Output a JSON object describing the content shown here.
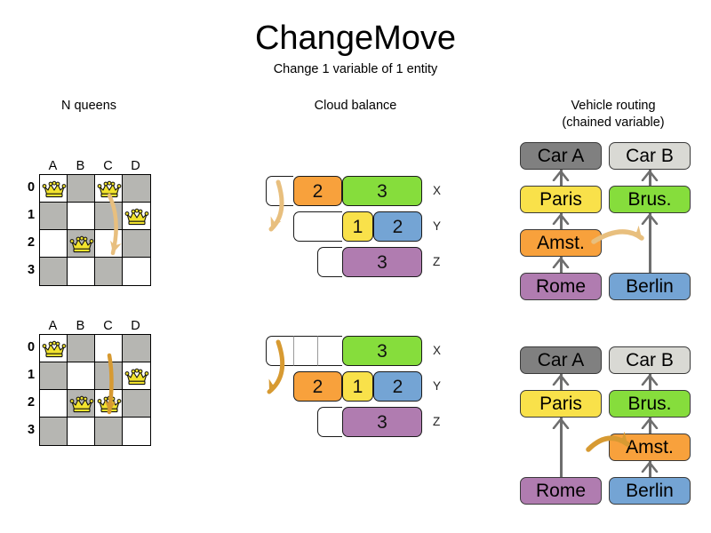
{
  "header": {
    "title": "ChangeMove",
    "subtitle": "Change 1 variable of 1 entity"
  },
  "sections": {
    "nqueens": {
      "title": "N queens"
    },
    "cloud": {
      "title": "Cloud balance"
    },
    "vrp": {
      "title_line1": "Vehicle routing",
      "title_line2": "(chained variable)"
    }
  },
  "colors": {
    "queen": "#f2e32e",
    "arrow_light": "#e8bf7e",
    "arrow_dark": "#d79a32",
    "orange": "#f8a13c",
    "green": "#86dd3c",
    "yellow": "#f9e14a",
    "blue": "#74a4d4",
    "purple": "#b07cb0",
    "car_a": "#808080",
    "car_b": "#d9d9d4",
    "board_dark": "#b6b6b2",
    "board_light": "#ffffff"
  },
  "nqueens": {
    "columns": [
      "A",
      "B",
      "C",
      "D"
    ],
    "rows": [
      "0",
      "1",
      "2",
      "3"
    ],
    "before": {
      "queens": [
        {
          "col": 0,
          "row": 0
        },
        {
          "col": 2,
          "row": 0
        },
        {
          "col": 3,
          "row": 1
        },
        {
          "col": 1,
          "row": 2
        }
      ],
      "move": {
        "from_col": 2,
        "from_row": 0,
        "to_col": 2,
        "to_row": 2
      }
    },
    "after": {
      "queens": [
        {
          "col": 0,
          "row": 0
        },
        {
          "col": 3,
          "row": 1
        },
        {
          "col": 1,
          "row": 2
        },
        {
          "col": 2,
          "row": 2
        }
      ],
      "move": {
        "from_col": 2,
        "from_row": 0,
        "to_col": 2,
        "to_row": 2
      }
    }
  },
  "cloud_balance": {
    "labels": [
      "X",
      "Y",
      "Z"
    ],
    "before": {
      "computers": [
        {
          "label": "X",
          "segments": [
            {
              "value": "",
              "color": "#ffffff",
              "kind": "free",
              "w": 31
            },
            {
              "value": "2",
              "color": "#f8a13c",
              "kind": "process",
              "w": 55
            },
            {
              "value": "3",
              "color": "#86dd3c",
              "kind": "process",
              "w": 90
            }
          ]
        },
        {
          "label": "Y",
          "segments": [
            {
              "value": "",
              "color": "#ffffff",
              "kind": "free",
              "w": 55
            },
            {
              "value": "1",
              "color": "#f9e14a",
              "kind": "process",
              "w": 35
            },
            {
              "value": "2",
              "color": "#74a4d4",
              "kind": "process",
              "w": 55
            }
          ]
        },
        {
          "label": "Z",
          "segments": [
            {
              "value": "",
              "color": "#ffffff",
              "kind": "free",
              "w": 28
            },
            {
              "value": "3",
              "color": "#b07cb0",
              "kind": "process",
              "w": 90
            }
          ]
        }
      ]
    },
    "after": {
      "computers": [
        {
          "label": "X",
          "segments": [
            {
              "value": "",
              "color": "#ffffff",
              "kind": "free",
              "w": 31
            },
            {
              "value": "",
              "color": "#ffffff",
              "kind": "free",
              "w": 27
            },
            {
              "value": "",
              "color": "#ffffff",
              "kind": "free",
              "w": 28
            },
            {
              "value": "3",
              "color": "#86dd3c",
              "kind": "process",
              "w": 90
            }
          ]
        },
        {
          "label": "Y",
          "segments": [
            {
              "value": "2",
              "color": "#f8a13c",
              "kind": "process",
              "w": 55
            },
            {
              "value": "1",
              "color": "#f9e14a",
              "kind": "process",
              "w": 35
            },
            {
              "value": "2",
              "color": "#74a4d4",
              "kind": "process",
              "w": 55
            }
          ]
        },
        {
          "label": "Z",
          "segments": [
            {
              "value": "",
              "color": "#ffffff",
              "kind": "free",
              "w": 28
            },
            {
              "value": "3",
              "color": "#b07cb0",
              "kind": "process",
              "w": 90
            }
          ]
        }
      ]
    }
  },
  "vehicle_routing": {
    "before": {
      "vehicles": [
        {
          "name": "Car A",
          "color": "#808080"
        },
        {
          "name": "Car B",
          "color": "#d9d9d4"
        }
      ],
      "chain_a": [
        "Rome",
        "Amst.",
        "Paris"
      ],
      "chain_b": [
        "Berlin",
        "Brus."
      ],
      "moved_entity": "Amst."
    },
    "after": {
      "vehicles": [
        {
          "name": "Car A",
          "color": "#808080"
        },
        {
          "name": "Car B",
          "color": "#d9d9d4"
        }
      ],
      "chain_a": [
        "Rome",
        "Paris"
      ],
      "chain_b": [
        "Berlin",
        "Amst.",
        "Brus."
      ],
      "moved_entity": "Amst."
    },
    "city_colors": {
      "Rome": "#b07cb0",
      "Amst.": "#f8a13c",
      "Paris": "#f9e14a",
      "Berlin": "#74a4d4",
      "Brus.": "#86dd3c"
    }
  }
}
